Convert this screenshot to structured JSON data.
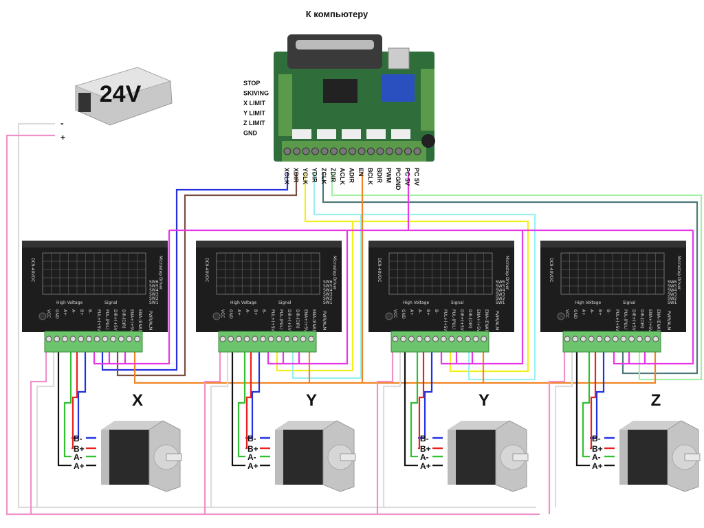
{
  "title": "К компьютеру",
  "power_supply": {
    "label": "24V",
    "minus": "-",
    "plus": "+"
  },
  "board": {
    "left_pins": [
      "STOP",
      "SKIVING",
      "X LIMIT",
      "Y LIMIT",
      "Z LIMIT",
      "GND"
    ],
    "bottom_pins": [
      "XCLK",
      "XDIR",
      "YCLK",
      "YDIR",
      "ZCLK",
      "ZDIR",
      "ACLK",
      "ADIR",
      "EN",
      "BCLK",
      "BDIR",
      "PWM",
      "PCGND",
      "PC 5V",
      "PC 5V"
    ]
  },
  "driver": {
    "name": "Microstep Driver",
    "voltage": "DC9-40VDC",
    "high_voltage": "High Voltage",
    "signal": "Signal",
    "switches": [
      "SW6",
      "SW5",
      "SW4",
      "SW3",
      "SW2",
      "SW1"
    ],
    "hv_terminals": [
      "VCC",
      "GND",
      "A+",
      "A-",
      "B+",
      "B-"
    ],
    "sig_terminals": [
      "PUL+(+5V)",
      "PUL-(PUL)",
      "DIR+(+5V)",
      "DIR-(DIR)",
      "ENA+(+5V)",
      "ENA-(ENA)"
    ],
    "alarm": "PWR/ALM"
  },
  "axes": [
    "X",
    "Y",
    "Y",
    "Z"
  ],
  "motor_leads": [
    "B-",
    "B+",
    "A-",
    "A+"
  ],
  "colors": {
    "XCLK": "#2430e0",
    "XDIR": "#7a4e3e",
    "YCLK": "#f4ee1c",
    "YDIR": "#98f0f0",
    "ZCLK": "#4e7878",
    "ZDIR": "#a4f0a4",
    "EN": "#f08424",
    "PC5V": "#e636e6",
    "power_plus": "#f090c8",
    "power_minus": "#dcdcdc",
    "A+": "#111111",
    "A-": "#30c030",
    "B+": "#e82020",
    "B-": "#2030e0"
  }
}
